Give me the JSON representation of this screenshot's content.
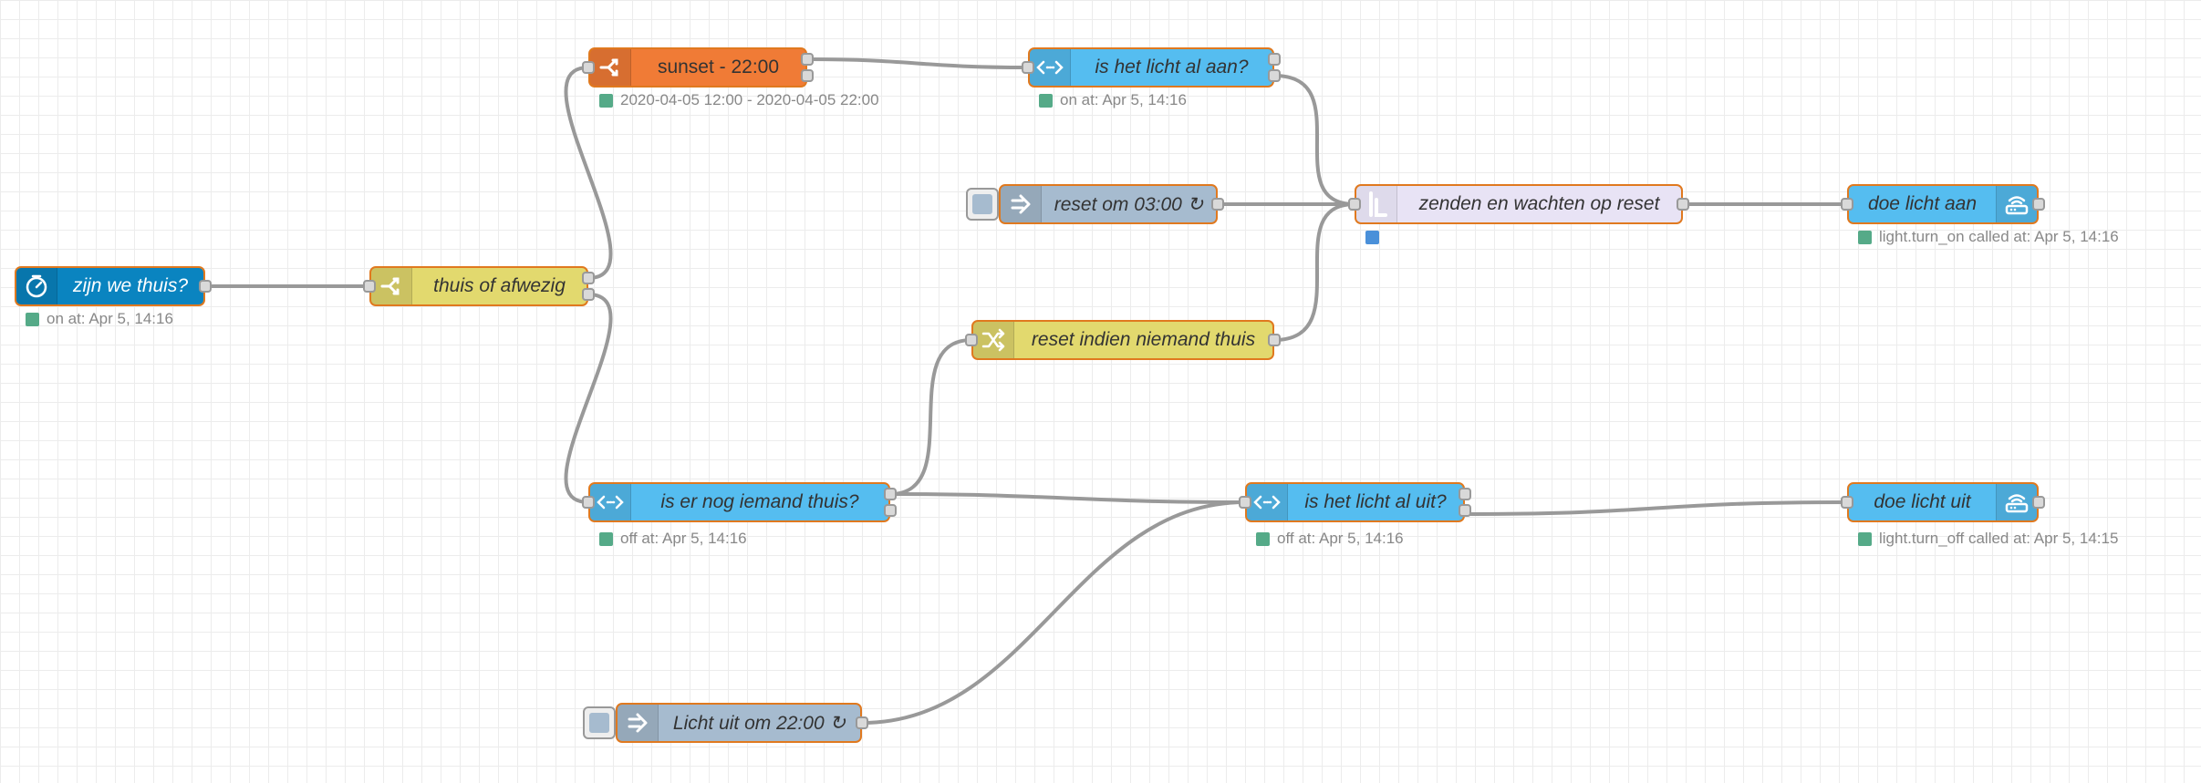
{
  "colors": {
    "wire": "#999999",
    "node_border": "#e0791f",
    "switch_orange": "#f07b36",
    "switch_yellow": "#e2d96e",
    "ha_blue": "#55bdf0",
    "ha_dark_blue": "#0a84c0",
    "inject_gray": "#a6bbcf",
    "wait_lilac": "#e8e3f5",
    "status_green": "#55aa88",
    "status_blue": "#4a90d9"
  },
  "nodes": {
    "zijn_we_thuis": {
      "label": "zijn we thuis?",
      "icon": "timer-icon",
      "status": "on at: Apr 5, 14:16"
    },
    "thuis_of_afwezig": {
      "label": "thuis of afwezig",
      "icon": "switch-icon"
    },
    "sunset": {
      "label": "sunset - 22:00",
      "icon": "switch-icon",
      "status": "2020-04-05 12:00 - 2020-04-05 22:00"
    },
    "is_het_licht_al_aan": {
      "label": "is het licht al aan?",
      "icon": "ha-state-icon",
      "status": "on at: Apr 5, 14:16"
    },
    "reset_om_0300": {
      "label": "reset om 03:00 ↻",
      "icon": "inject-arrow-icon"
    },
    "zenden_en_wachten": {
      "label": "zenden en wachten op reset",
      "icon": "wait-icon"
    },
    "doe_licht_aan": {
      "label": "doe licht aan",
      "icon": "router-icon",
      "status": "light.turn_on called at: Apr 5, 14:16"
    },
    "reset_indien_niemand": {
      "label": "reset indien niemand thuis",
      "icon": "change-icon"
    },
    "is_er_nog_iemand_thuis": {
      "label": "is er nog iemand thuis?",
      "icon": "ha-state-icon",
      "status": "off at: Apr 5, 14:16"
    },
    "is_het_licht_al_uit": {
      "label": "is het licht al uit?",
      "icon": "ha-state-icon",
      "status": "off at: Apr 5, 14:16"
    },
    "doe_licht_uit": {
      "label": "doe licht uit",
      "icon": "router-icon",
      "status": "light.turn_off called at: Apr 5, 14:15"
    },
    "licht_uit_om_2200": {
      "label": "Licht uit om 22:00 ↻",
      "icon": "inject-arrow-icon"
    }
  }
}
